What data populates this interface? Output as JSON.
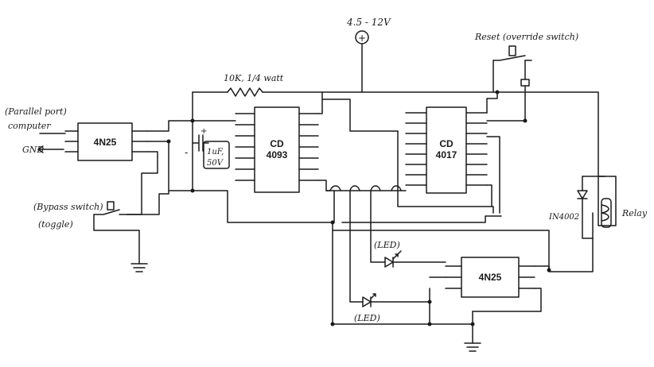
{
  "diagram": {
    "supply": "4.5 - 12V",
    "supply_symbol": "+",
    "parallel_port_label": "(Parallel port)",
    "computer_label": "computer",
    "gnd_label": "GND",
    "resistor_label": "10K, 1/4 watt",
    "capacitor_label_1": "1uF,",
    "capacitor_label_2": "50V",
    "capacitor_plus": "+",
    "capacitor_minus": "-",
    "bypass_label_1": "(Bypass switch)",
    "bypass_label_2": "(toggle)",
    "reset_label": "Reset (override switch)",
    "diode_label": "IN4002",
    "relay_label": "Relay",
    "led_label_top": "(LED)",
    "led_label_bottom": "(LED)",
    "chips": {
      "optocoupler_1": "4N25",
      "nand": {
        "line1": "CD",
        "line2": "4093"
      },
      "counter": {
        "line1": "CD",
        "line2": "4017"
      },
      "optocoupler_2": "4N25"
    }
  }
}
